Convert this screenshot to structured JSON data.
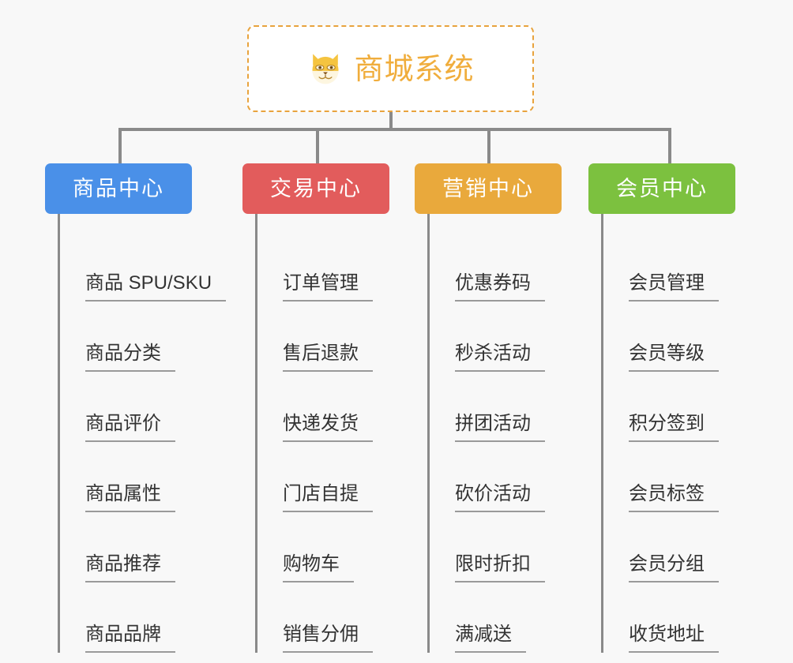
{
  "page": {
    "background_color": "#f8f8f8",
    "line_color": "#8a8a8a"
  },
  "root": {
    "title": "商城系统",
    "icon": "shiba-dog-face-icon",
    "text_color": "#f0ad3c",
    "border_color": "#e8a33d",
    "background_color": "#ffffff"
  },
  "columns": [
    {
      "label": "商品中心",
      "color": "#4a90e8",
      "items": [
        "商品 SPU/SKU",
        "商品分类",
        "商品评价",
        "商品属性",
        "商品推荐",
        "商品品牌"
      ]
    },
    {
      "label": "交易中心",
      "color": "#e25c5c",
      "items": [
        "订单管理",
        "售后退款",
        "快递发货",
        "门店自提",
        "购物车",
        "销售分佣"
      ]
    },
    {
      "label": "营销中心",
      "color": "#e9a93c",
      "items": [
        "优惠券码",
        "秒杀活动",
        "拼团活动",
        "砍价活动",
        "限时折扣",
        "满减送"
      ]
    },
    {
      "label": "会员中心",
      "color": "#7cc13f",
      "items": [
        "会员管理",
        "会员等级",
        "积分签到",
        "会员标签",
        "会员分组",
        "收货地址"
      ]
    }
  ]
}
